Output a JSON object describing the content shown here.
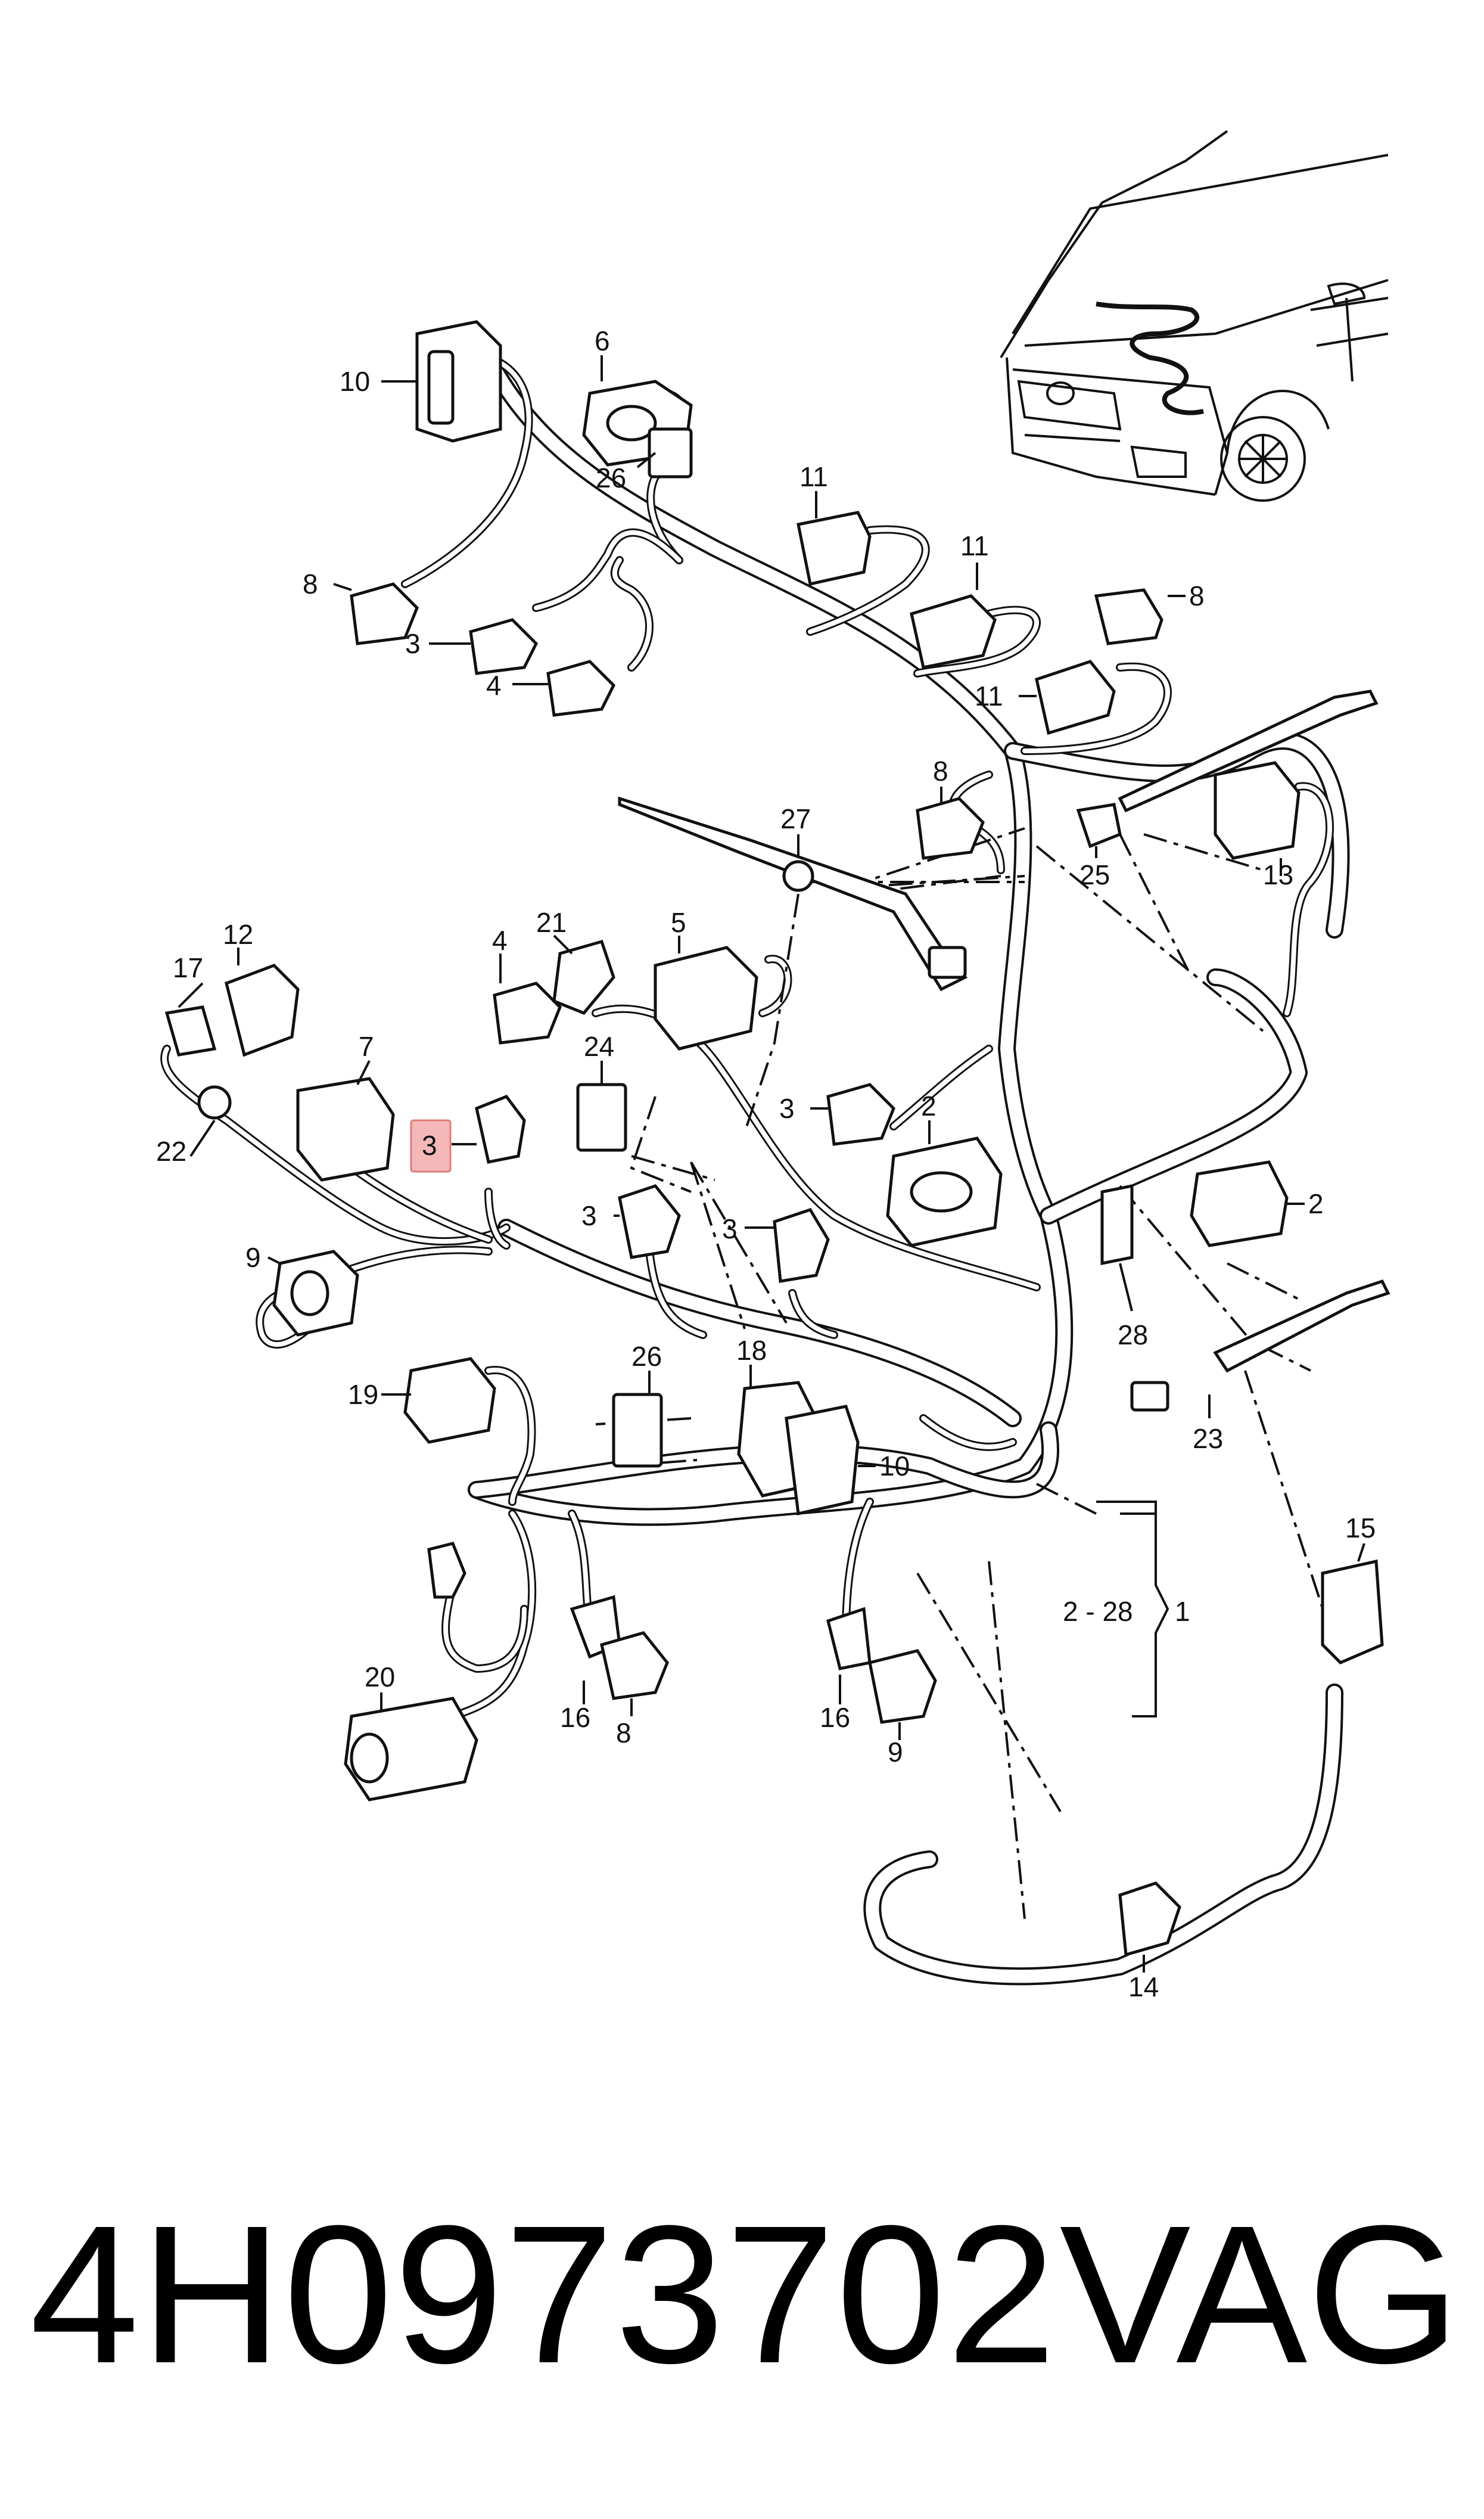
{
  "diagram": {
    "callouts": {
      "c1": "10",
      "c2": "6",
      "c3": "26",
      "c4": "11",
      "c5": "11",
      "c6": "8",
      "c7": "8",
      "c8": "3",
      "c9": "4",
      "c10": "11",
      "c11": "8",
      "c12": "27",
      "c13": "25",
      "c14": "13",
      "c15": "12",
      "c16": "17",
      "c17": "4",
      "c18": "21",
      "c19": "5",
      "c20": "24",
      "c21": "7",
      "c22": "3",
      "c23": "22",
      "c24": "3",
      "c25": "2",
      "c26": "2",
      "c27": "3",
      "c28": "3",
      "c29": "9",
      "c30": "28",
      "c31": "23",
      "c32": "19",
      "c33": "26",
      "c34": "18",
      "c35": "10",
      "c36": "2 - 28",
      "c37": "1",
      "c38": "15",
      "c39": "20",
      "c40": "16",
      "c41": "8",
      "c42": "16",
      "c43": "9",
      "c44": "14"
    },
    "highlight_color": "#f4b8b8"
  },
  "footer": {
    "part_number": "4H0973702",
    "brand": "VAG"
  }
}
